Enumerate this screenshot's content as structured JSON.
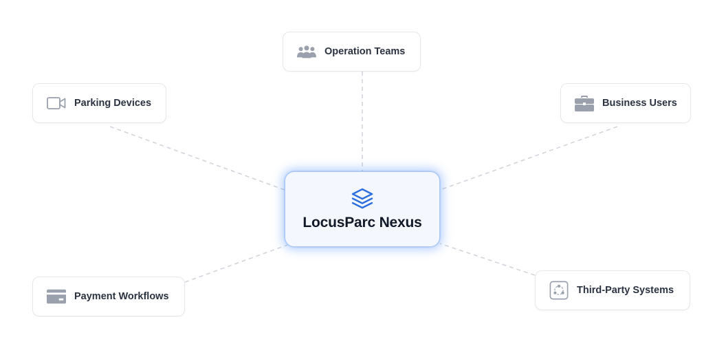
{
  "hub": {
    "title": "LocusParc Nexus",
    "icon": "stacked-layers-icon",
    "accent_color": "#2f6fe0"
  },
  "nodes": {
    "operation_teams": {
      "label": "Operation Teams",
      "icon": "users-group-icon"
    },
    "parking_devices": {
      "label": "Parking Devices",
      "icon": "video-camera-icon"
    },
    "business_users": {
      "label": "Business Users",
      "icon": "briefcase-icon"
    },
    "payment_workflows": {
      "label": "Payment Workflows",
      "icon": "credit-card-icon"
    },
    "third_party_systems": {
      "label": "Third-Party Systems",
      "icon": "network-nodes-icon"
    }
  },
  "colors": {
    "icon_gray": "#9aa1ad",
    "connector": "#d1d5db",
    "text": "#2b3340"
  }
}
